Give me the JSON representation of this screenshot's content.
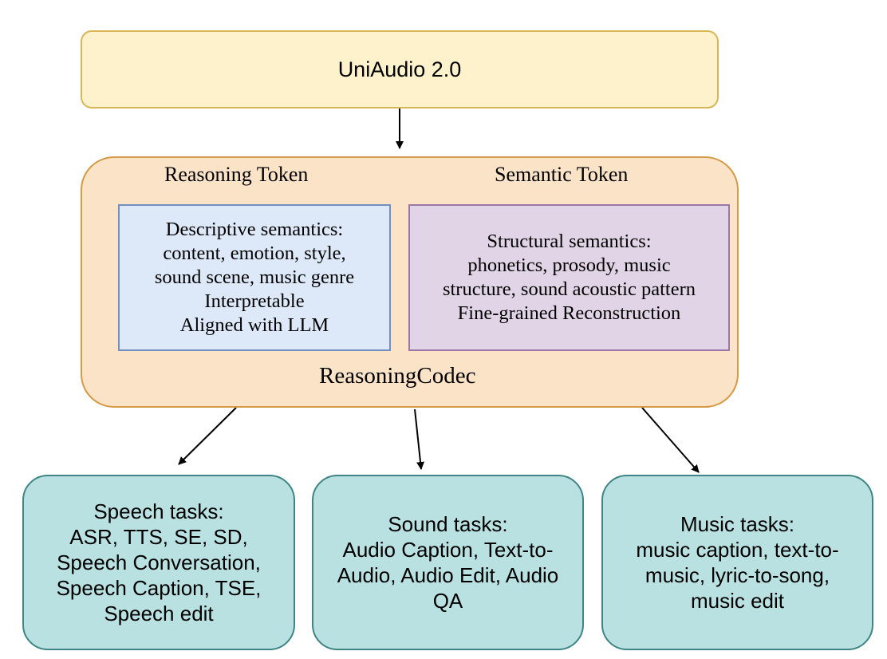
{
  "top_box": {
    "title": "UniAudio 2.0"
  },
  "codec": {
    "reasoning_header": "Reasoning Token",
    "semantic_header": "Semantic Token",
    "reasoning_lines": [
      "Descriptive semantics:",
      "content, emotion, style,",
      "sound scene, music genre",
      "Interpretable",
      "Aligned with LLM"
    ],
    "semantic_lines": [
      "Structural semantics:",
      "phonetics, prosody, music",
      "structure, sound acoustic pattern",
      "Fine-grained Reconstruction"
    ],
    "label": "ReasoningCodec"
  },
  "tasks": [
    {
      "lines": [
        "Speech tasks:",
        "ASR, TTS, SE, SD,",
        "Speech Conversation,",
        "Speech Caption, TSE,",
        "Speech edit"
      ]
    },
    {
      "lines": [
        "Sound tasks:",
        "Audio Caption, Text-to-",
        "Audio, Audio Edit, Audio",
        "QA"
      ]
    },
    {
      "lines": [
        "Music tasks:",
        "music caption, text-to-",
        "music, lyric-to-song,",
        "music edit"
      ]
    }
  ],
  "colors": {
    "top_fill": "#fdf2cc",
    "codec_fill": "#fbe3c8",
    "reasoning_fill": "#dde8f9",
    "semantic_fill": "#e1d4e6",
    "task_fill": "#b9e1e1",
    "arrow": "#000000"
  }
}
